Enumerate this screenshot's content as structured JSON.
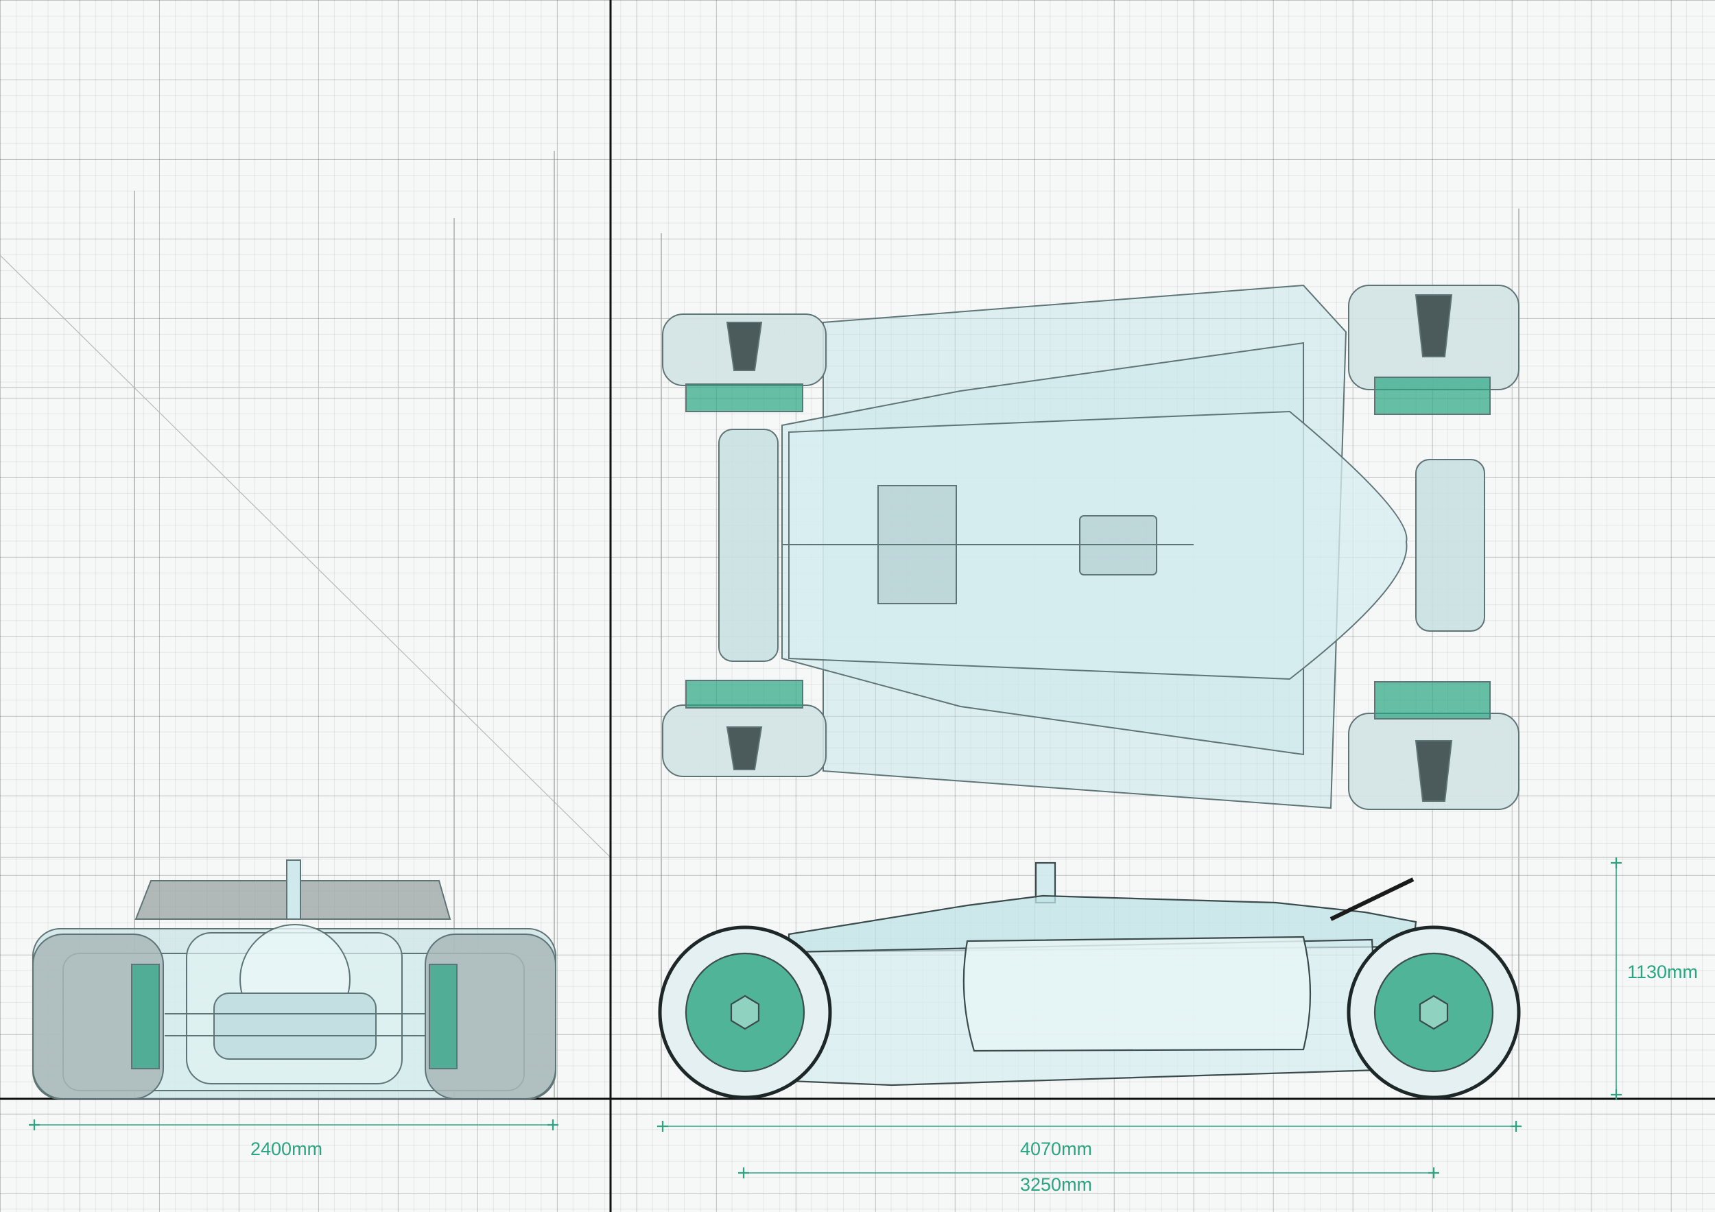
{
  "colors": {
    "accent": "#2aa582",
    "body_tint": "#bfe3e6",
    "body_stroke": "#5f7476",
    "grid_major": "#bcbcbc",
    "axis": "#111111",
    "background": "#f6f7f7"
  },
  "views": {
    "front": "front-view",
    "top": "top-view",
    "side": "side-view"
  },
  "dimensions": {
    "track_width": "2400mm",
    "overall_length": "4070mm",
    "wheelbase": "3250mm",
    "height": "1130mm"
  }
}
